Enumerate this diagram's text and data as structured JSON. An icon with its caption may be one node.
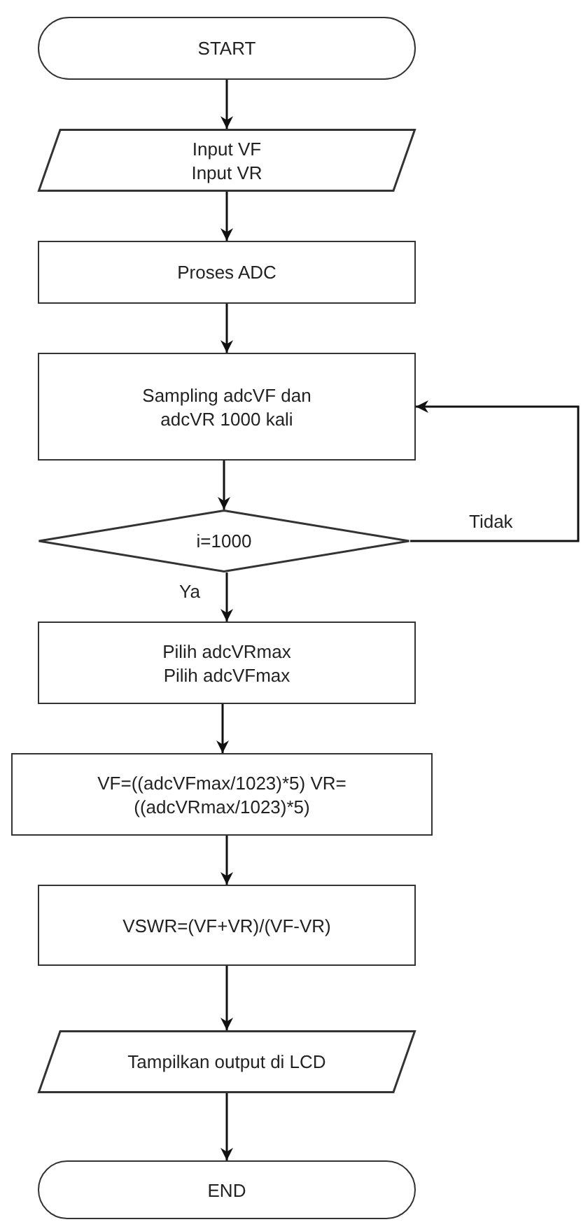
{
  "diagram": {
    "nodes": [
      {
        "text": [
          "START"
        ]
      },
      {
        "text": [
          "Input VF Input VR"
        ]
      },
      {
        "text": [
          "Proses ADC"
        ]
      },
      {
        "text": [
          "Sampling adcVF dan adcVR 1000 kali"
        ]
      },
      {
        "text": [
          "i=1000"
        ]
      },
      {
        "text": [
          "Pilih adcVRmax Pilih adcVFmax"
        ]
      },
      {
        "text": [
          "VF=((adcVFmax/1023)*5) VR=((adcVRmax/1023)*5)"
        ]
      },
      {
        "text": [
          "VSWR=(VF+VR)/(VF-VR)"
        ]
      },
      {
        "text": [
          "Tampilkan output di LCD"
        ]
      },
      {
        "text": [
          "END"
        ]
      }
    ],
    "edges": [
      {
        "from": 0,
        "to": 1,
        "arrow": "to"
      },
      {
        "from": 1,
        "to": 2,
        "arrow": "to"
      },
      {
        "from": 2,
        "to": 3,
        "arrow": "to"
      },
      {
        "from": 3,
        "to": 4,
        "arrow": "to"
      },
      {
        "from": 4,
        "to": 5,
        "arrow": "to",
        "label": "Ya"
      },
      {
        "from": 5,
        "to": 6,
        "arrow": "to"
      },
      {
        "from": 6,
        "to": 7,
        "arrow": "to"
      },
      {
        "from": 7,
        "to": 8,
        "arrow": "to"
      },
      {
        "from": 8,
        "to": 9,
        "arrow": "to"
      },
      {
        "from": 4,
        "to": 3,
        "arrow": "to",
        "label": "Tidak"
      }
    ]
  }
}
